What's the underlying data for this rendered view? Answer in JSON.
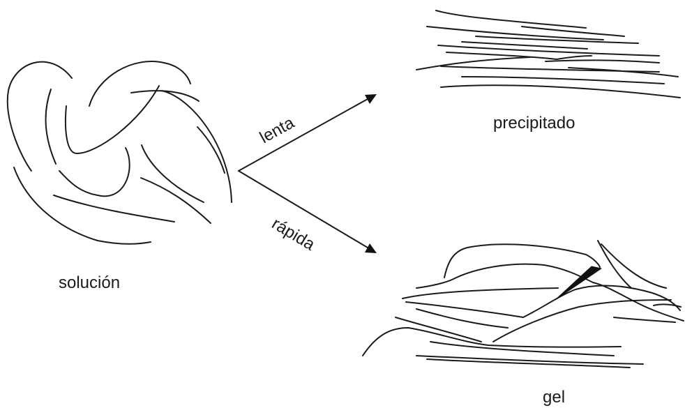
{
  "labels": {
    "solution": "solución",
    "precipitate": "precipitado",
    "gel": "gel",
    "slow": "lenta",
    "fast": "rápida"
  },
  "colors": {
    "ink": "#1a1a1a",
    "background": "#ffffff"
  }
}
